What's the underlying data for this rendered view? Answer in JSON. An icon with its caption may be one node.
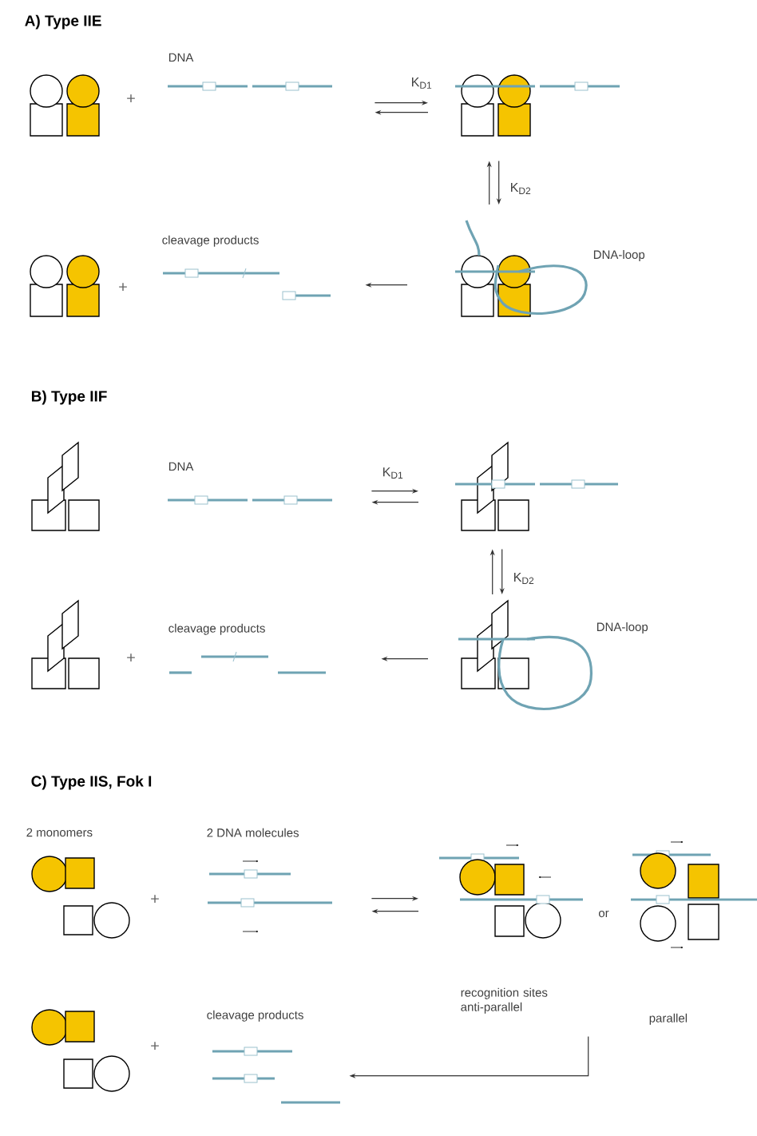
{
  "diagram": {
    "nodes": [
      {
        "text": [],
        "shape": "picture"
      },
      {
        "text": [
          "DNA"
        ]
      },
      {
        "text": [],
        "shape": "picture"
      },
      {
        "text": [],
        "shape": "picture",
        "beside": [
          "DNA-loop"
        ]
      },
      {
        "text": [],
        "shape": "picture"
      },
      {
        "text": [
          "cleavage products"
        ]
      },
      {
        "text": [],
        "shape": "picture"
      },
      {
        "text": [
          "DNA"
        ]
      },
      {
        "text": [],
        "shape": "picture"
      },
      {
        "text": [],
        "shape": "picture",
        "beside": [
          "DNA-loop"
        ]
      },
      {
        "text": [],
        "shape": "picture"
      },
      {
        "text": [
          "cleavage products"
        ]
      },
      {
        "text": [
          "2 monomers"
        ]
      },
      {
        "text": [
          "2 DNA molecules"
        ]
      },
      {
        "text": [
          "recognition sites anti-parallel"
        ]
      },
      {
        "text": [
          "parallel"
        ]
      },
      {
        "text": [],
        "shape": "picture"
      },
      {
        "text": [
          "cleavage products"
        ]
      }
    ],
    "edges": [
      {
        "from": 1,
        "to": 2,
        "arrow": "to",
        "label": "K$_{D1}$"
      },
      {
        "from": 2,
        "to": 1,
        "arrow": "to"
      },
      {
        "from": 2,
        "to": 3,
        "arrow": "to",
        "label": "K$_{D2}$"
      },
      {
        "from": 3,
        "to": 2,
        "arrow": "to"
      },
      {
        "from": 3,
        "to": 5,
        "arrow": "to"
      },
      {
        "from": 7,
        "to": 8,
        "arrow": "to",
        "label": "K$_{D1}$"
      },
      {
        "from": 8,
        "to": 7,
        "arrow": "to"
      },
      {
        "from": 8,
        "to": 9,
        "arrow": "to",
        "label": "K$_{D2}$"
      },
      {
        "from": 9,
        "to": 8,
        "arrow": "to"
      },
      {
        "from": 9,
        "to": 11,
        "arrow": "to"
      },
      {
        "from": 13,
        "to": 14,
        "arrow": "to"
      },
      {
        "from": 14,
        "to": 13,
        "arrow": "to"
      },
      {
        "from": 14,
        "to": 17,
        "arrow": "to"
      }
    ],
    "labels": [
      "A) Type IIE",
      "+",
      "+",
      "B) Type IIF",
      "+",
      "C) Type IIS, Fok I",
      "+",
      "or",
      "+"
    ]
  }
}
